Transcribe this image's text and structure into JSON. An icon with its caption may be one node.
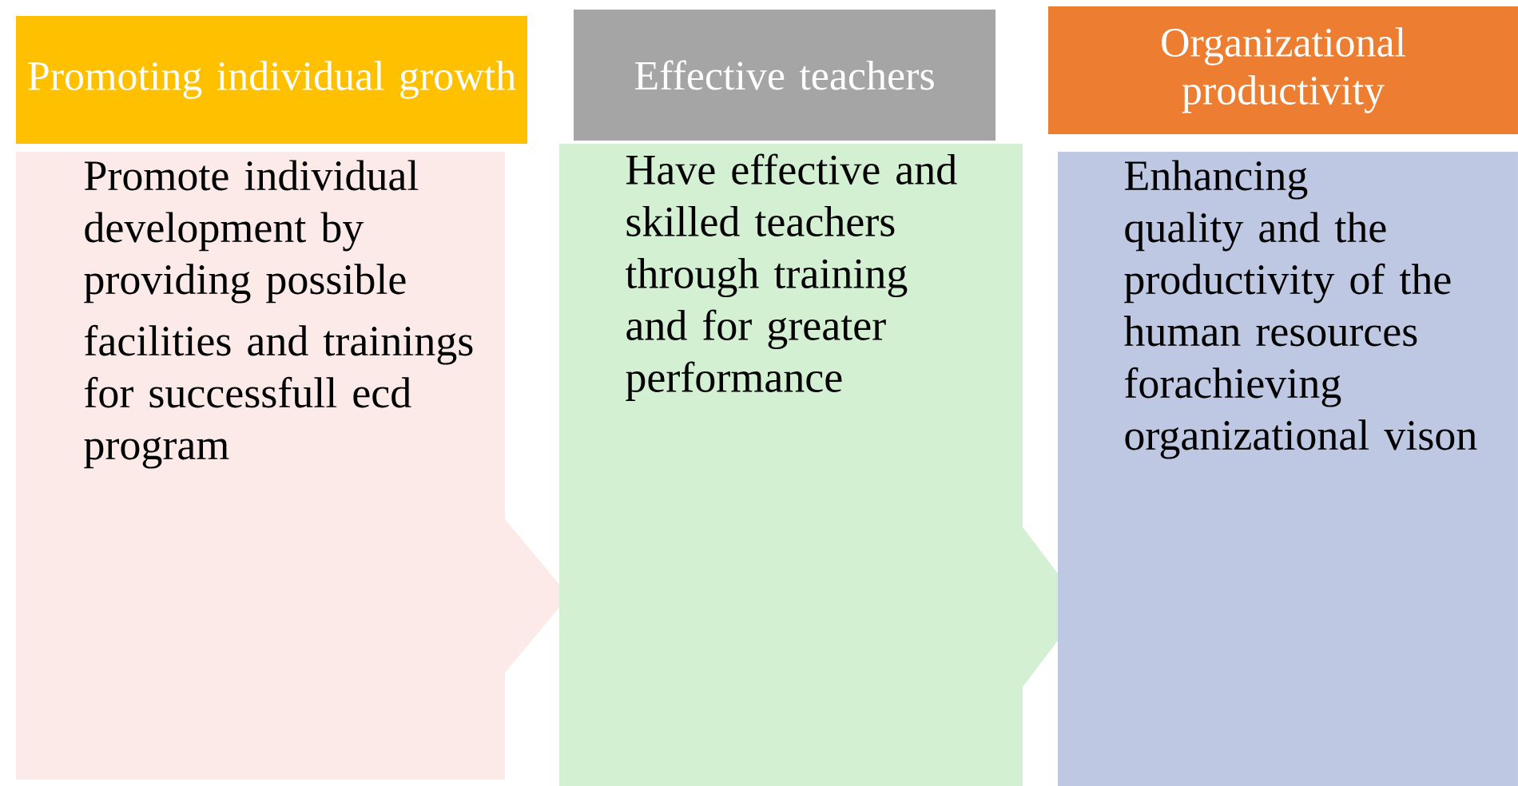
{
  "diagram": {
    "nodes": [
      {
        "text": [
          "Promoting individual growth"
        ]
      },
      {
        "text": [
          "Promote individual development by providing possible",
          "facilities and trainings for successfull ecd program"
        ]
      },
      {
        "text": [
          "Effective teachers"
        ]
      },
      {
        "text": [
          "Have effective and skilled teachers through training and for greater performance"
        ]
      },
      {
        "text": [
          "Organizational productivity"
        ]
      },
      {
        "text": [
          "Enhancing quality and the productivity of the human resources forachieving organizational vison"
        ]
      }
    ]
  }
}
